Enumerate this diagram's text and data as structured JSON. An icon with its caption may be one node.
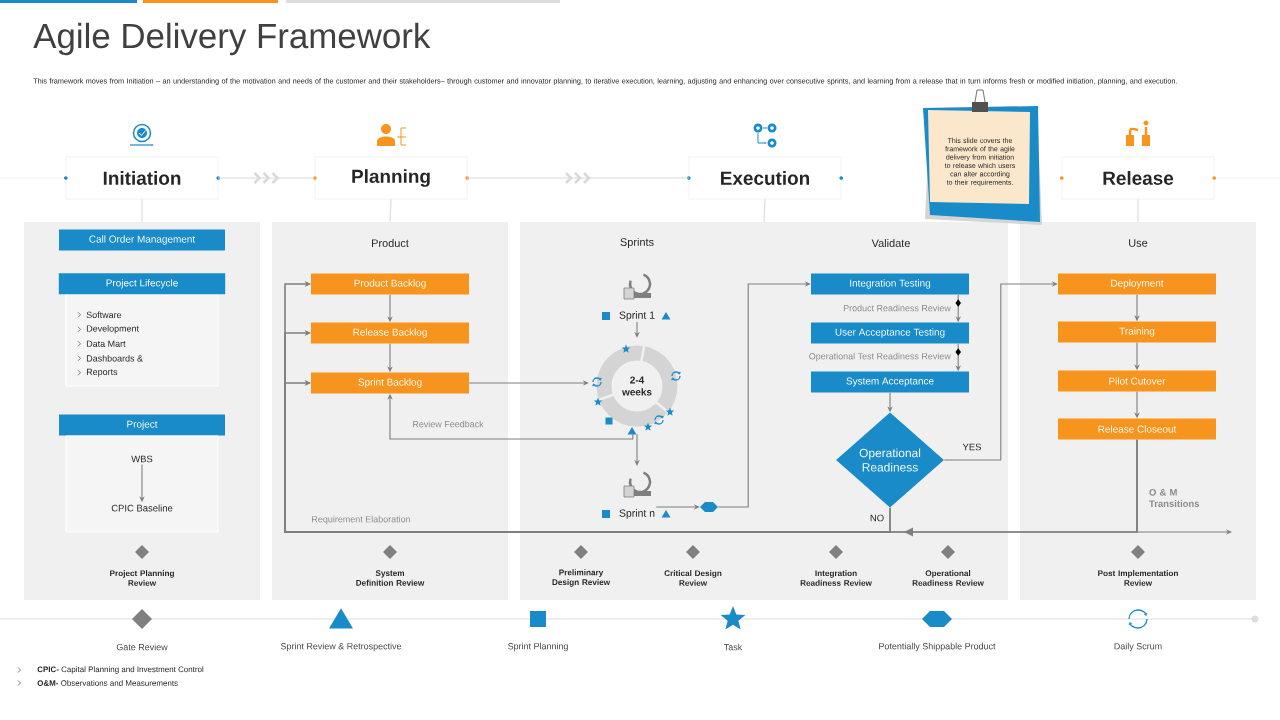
{
  "diagram": {
    "title": "Agile Delivery Framework",
    "nodes": [
      {
        "text": [
          "Initiation"
        ]
      },
      {
        "text": [
          "Planning"
        ]
      },
      {
        "text": [
          "Execution"
        ]
      },
      {
        "text": [
          "Release"
        ]
      },
      {
        "text": [],
        "shape": "box"
      },
      {
        "text": [
          "Call Order Management"
        ],
        "in": 4
      },
      {
        "text": [
          "Project Lifecycle",
          "Software",
          "Development",
          "Data Mart",
          "Dashboards &",
          "Reports"
        ],
        "in": 4
      },
      {
        "text": [
          "Project"
        ],
        "in": 4
      },
      {
        "text": [],
        "shape": "box",
        "in": 4
      },
      {
        "text": [
          "WBS"
        ],
        "in": 8
      },
      {
        "text": [
          "CPIC Baseline"
        ],
        "in": 8
      },
      {
        "text": [
          "Product"
        ]
      },
      {
        "text": [
          "Product Backlog"
        ],
        "in": 11
      },
      {
        "text": [
          "Release Backlog"
        ],
        "in": 11
      },
      {
        "text": [
          "Sprint Backlog"
        ],
        "in": 11
      },
      {
        "text": [
          "Sprints",
          "Validate"
        ]
      },
      {
        "text": [
          "Sprint 1"
        ],
        "in": 15
      },
      {
        "text": [
          "2-4 weeks"
        ],
        "in": 15
      },
      {
        "text": [
          "Sprint n"
        ],
        "in": 15
      },
      {
        "text": [],
        "shape": "hexagon",
        "in": 15
      },
      {
        "text": [
          "Integration Testing"
        ],
        "in": 15
      },
      {
        "text": [
          "User Acceptance Testing"
        ],
        "in": 15
      },
      {
        "text": [
          "System Acceptance"
        ],
        "in": 15
      },
      {
        "text": [
          "Operational Readiness"
        ],
        "in": 15
      },
      {
        "text": [
          "Use"
        ]
      },
      {
        "text": [
          "Deployment"
        ],
        "in": 24
      },
      {
        "text": [
          "Training"
        ],
        "in": 24
      },
      {
        "text": [
          "Pilot Cutover"
        ],
        "in": 24
      },
      {
        "text": [
          "Release Closeout"
        ],
        "in": 24
      },
      {
        "text": [
          "This slide covers the framework of the agile delivery from initiation to release which users can alter according to their requirements."
        ]
      }
    ],
    "edges": [
      {
        "from": 0,
        "to": 1,
        "arrow": "to",
        "color": "#d9d9d9"
      },
      {
        "from": 1,
        "to": 2,
        "arrow": "to",
        "color": "#d9d9d9"
      },
      {
        "from": 0,
        "to": 4,
        "arrow": "none",
        "color": "#d9d9d9"
      },
      {
        "from": 1,
        "to": 11,
        "arrow": "none",
        "color": "#d9d9d9"
      },
      {
        "from": 2,
        "to": 15,
        "arrow": "none",
        "color": "#d9d9d9"
      },
      {
        "from": 3,
        "to": 24,
        "arrow": "none",
        "color": "#d9d9d9"
      },
      {
        "from": 9,
        "to": 10,
        "arrow": "to"
      },
      {
        "from": 12,
        "to": 13,
        "arrow": "to"
      },
      {
        "from": 13,
        "to": 14,
        "arrow": "to"
      },
      {
        "from": 14,
        "to": 17,
        "arrow": "to"
      },
      {
        "from": 16,
        "to": 17,
        "arrow": "to"
      },
      {
        "from": 17,
        "to": 14,
        "arrow": "to",
        "label": "Review Feedback"
      },
      {
        "from": 17,
        "to": 18,
        "arrow": "to"
      },
      {
        "from": 18,
        "to": 19,
        "arrow": "to"
      },
      {
        "from": 19,
        "to": 20,
        "arrow": "to"
      },
      {
        "from": 20,
        "to": 21,
        "arrow": "to",
        "label": "Product Readiness Review"
      },
      {
        "from": 21,
        "to": 22,
        "arrow": "to",
        "label": "Operational Test Readiness Review"
      },
      {
        "from": 22,
        "to": 23,
        "arrow": "to"
      },
      {
        "from": 23,
        "to": 25,
        "arrow": "to",
        "label": "YES"
      },
      {
        "from": 23,
        "to": 12,
        "arrow": "to",
        "label": "NO"
      },
      {
        "from": 23,
        "to": 13,
        "arrow": "to"
      },
      {
        "from": 23,
        "to": 14,
        "arrow": "to"
      },
      {
        "from": 28,
        "to": 12,
        "arrow": "to",
        "label": "Requirement Elaboration"
      },
      {
        "from": 28,
        "to": 13,
        "arrow": "to"
      },
      {
        "from": 28,
        "to": 14,
        "arrow": "to"
      },
      {
        "from": 28,
        "to": null,
        "arrow": "to",
        "label": "O & M Transitions"
      },
      {
        "from": 25,
        "to": 26,
        "arrow": "to"
      },
      {
        "from": 26,
        "to": 27,
        "arrow": "to"
      },
      {
        "from": 27,
        "to": 28,
        "arrow": "to"
      }
    ],
    "labels": [
      "This framework moves from Initiation – an understanding of the motivation and needs of the customer and their stakeholders– through customer and innovator planning, to iterative execution, learning, adjusting and enhancing over consecutive sprints, and learning from a release that in turn informs fresh or modified initiation, planning, and execution.",
      "Project Planning Review",
      "System Definition Review",
      "Preliminary Design Review",
      "Critical Design Review",
      "Integration Readiness Review",
      "Operational Readiness Review",
      "Post Implementation Review",
      "**CPIC-** Capital Planning and Investment Control",
      "**O&M-** Observations and Measurements"
    ],
    "legend": [
      {
        "text": "Gate Review"
      },
      {
        "text": "Sprint Review & Retrospective"
      },
      {
        "text": "Sprint Planning"
      },
      {
        "text": "Task"
      },
      {
        "text": "Potentially Shippable Product"
      },
      {
        "text": "Daily Scrum"
      }
    ]
  }
}
